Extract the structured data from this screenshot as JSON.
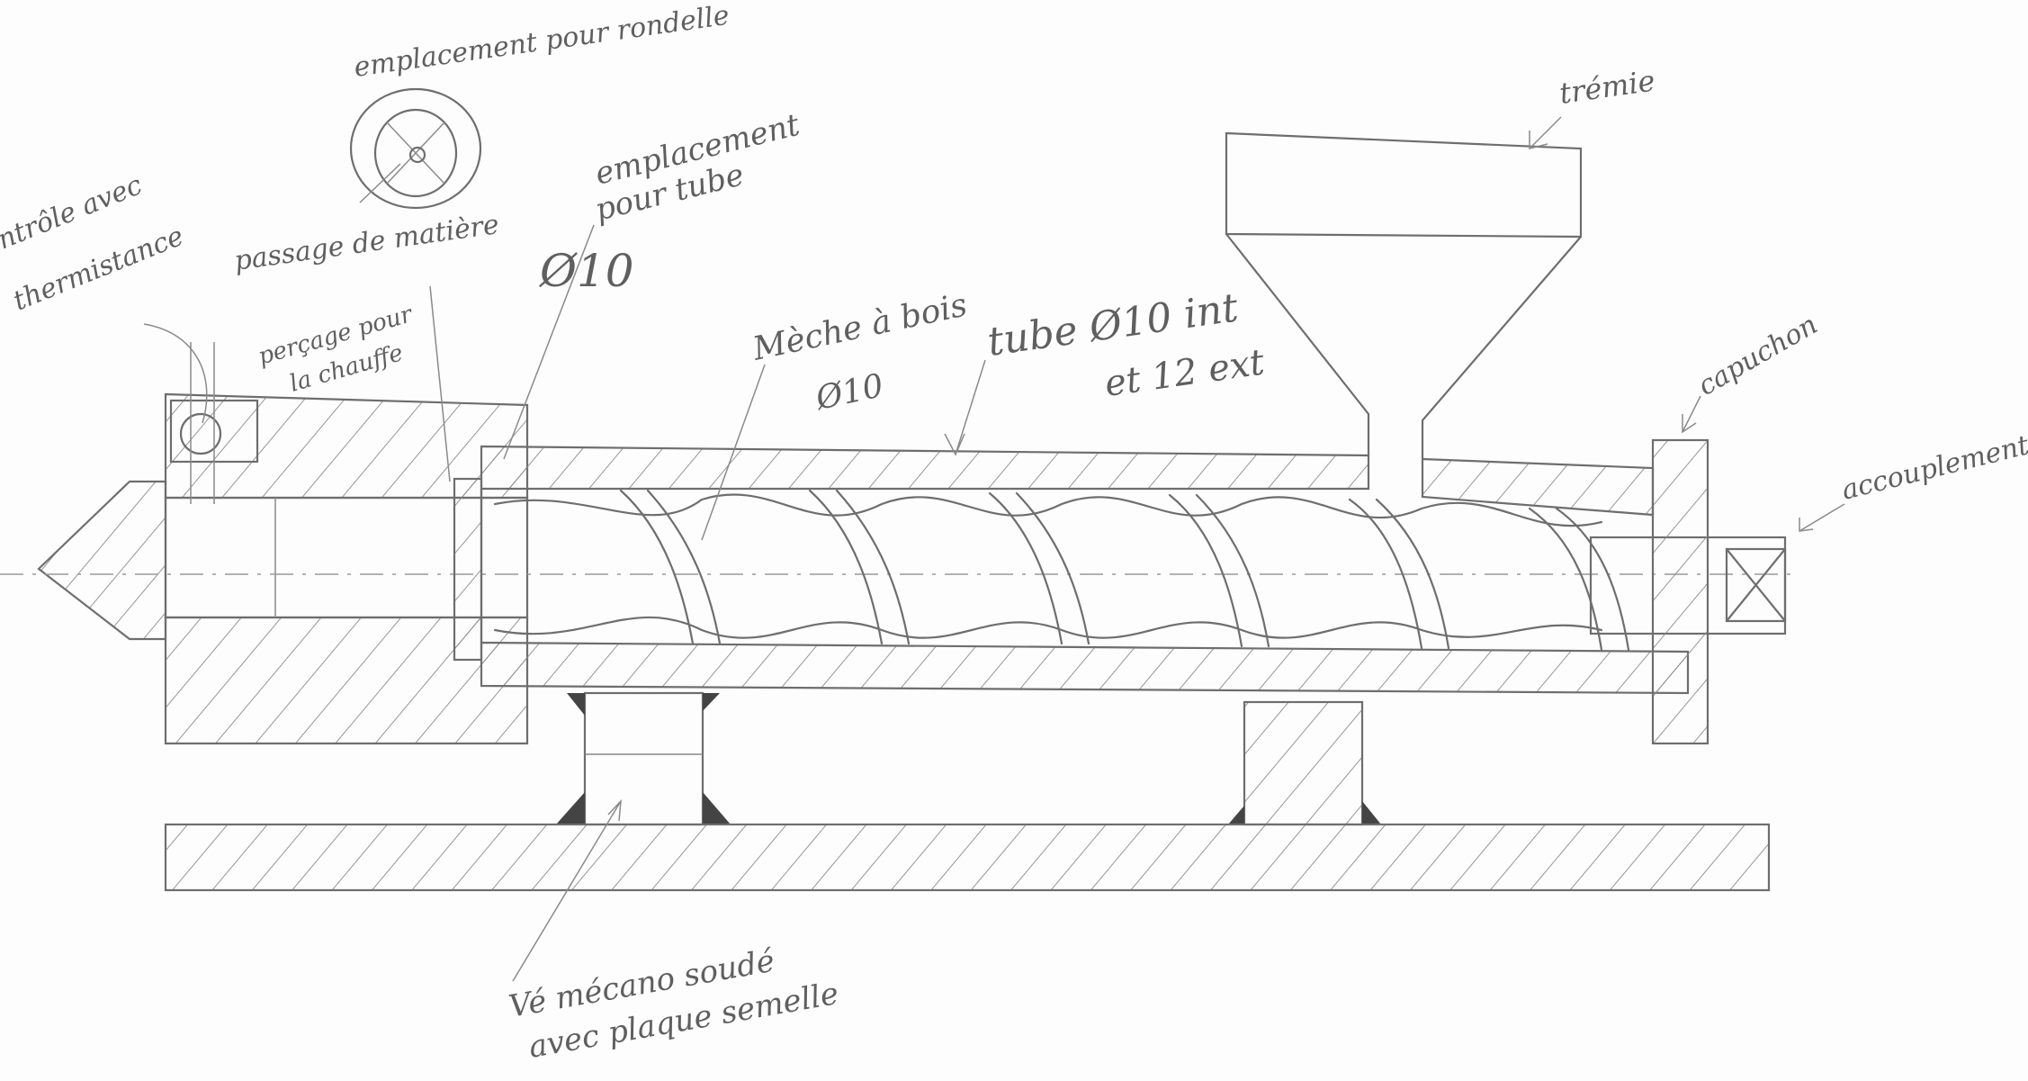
{
  "labels": {
    "washer_location": "emplacement pour rondelle",
    "material_passage": "passage de matière",
    "diameter_10": "Ø10",
    "tube_location_line1": "emplacement",
    "tube_location_line2": "pour tube",
    "thermistor_line1": "contrôle avec",
    "thermistor_line2": "thermistance",
    "heater_drill_line1": "perçage pour",
    "heater_drill_line2": "la chauffe",
    "auger_line1": "Mèche à bois",
    "auger_line2": "Ø10",
    "tube_line1": "tube Ø10 int",
    "tube_line2": "et 12 ext",
    "hopper": "trémie",
    "cap": "capuchon",
    "coupling": "accouplement",
    "support_line1": "Vé mécano soudé",
    "support_line2": "avec plaque semelle"
  }
}
